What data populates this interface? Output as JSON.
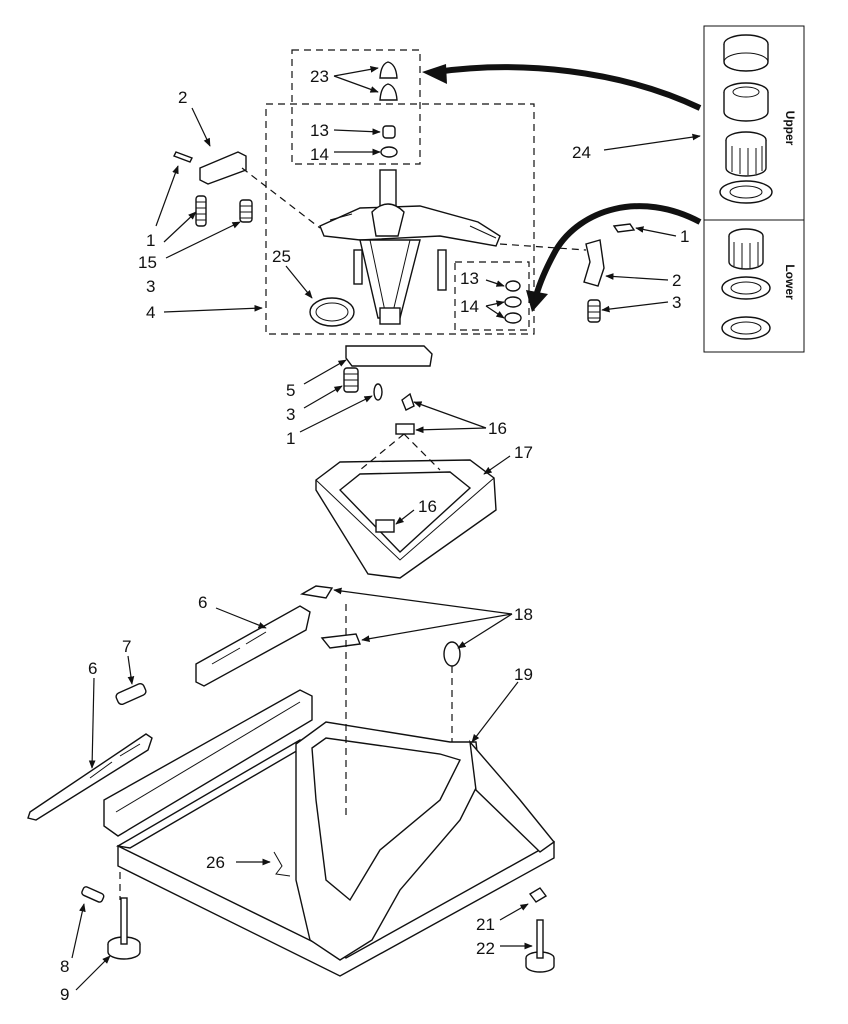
{
  "callouts": {
    "c2a": "2",
    "c1a": "1",
    "c15": "15",
    "c3a": "3",
    "c4": "4",
    "c25": "25",
    "c23": "23",
    "c13a": "13",
    "c14a": "14",
    "c24": "24",
    "c1b": "1",
    "c2b": "2",
    "c3b": "3",
    "c13b": "13",
    "c14b": "14",
    "c5": "5",
    "c3c": "3",
    "c1c": "1",
    "c16a": "16",
    "c17": "17",
    "c16b": "16",
    "c6a": "6",
    "c18": "18",
    "c19": "19",
    "c7": "7",
    "c6b": "6",
    "c26": "26",
    "c21": "21",
    "c22": "22",
    "c8": "8",
    "c9": "9"
  },
  "inset": {
    "upper_label": "Upper",
    "lower_label": "Lower"
  }
}
